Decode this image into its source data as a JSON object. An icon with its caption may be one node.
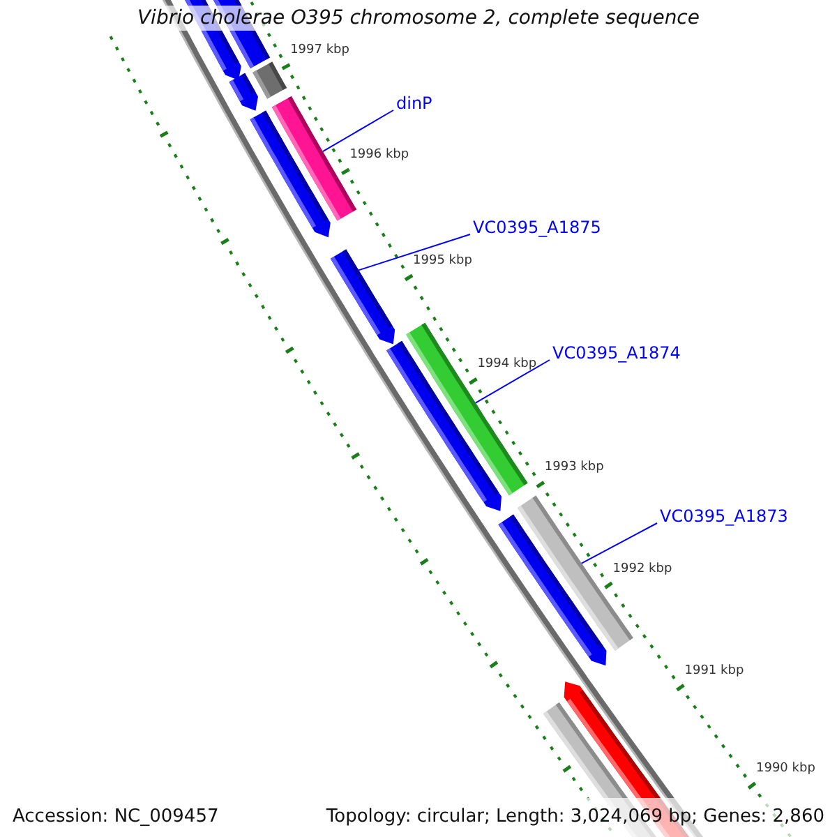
{
  "diagram": {
    "title": "Vibrio cholerae O395 chromosome 2, complete sequence",
    "nodes": [
      {
        "text": [
          "dinP"
        ]
      },
      {
        "text": [],
        "shape": "bar"
      },
      {
        "text": [
          "VC0395_A1875"
        ]
      },
      {
        "text": [],
        "shape": "bar"
      },
      {
        "text": [
          "VC0395_A1874"
        ]
      },
      {
        "text": [],
        "shape": "bar"
      },
      {
        "text": [
          "VC0395_A1873"
        ]
      },
      {
        "text": [],
        "shape": "bar"
      }
    ],
    "edges": [
      {
        "from": 0,
        "to": 1,
        "arrow": "none"
      },
      {
        "from": 2,
        "to": 3,
        "arrow": "none"
      },
      {
        "from": 4,
        "to": 5,
        "arrow": "none"
      },
      {
        "from": 6,
        "to": 7,
        "arrow": "none"
      }
    ],
    "labels": [
      "1997 kbp",
      "1996 kbp",
      "1995 kbp",
      "1994 kbp",
      "1993 kbp",
      "1992 kbp",
      "1991 kbp",
      "1990 kbp",
      "Accession: NC_009457",
      "Topology: circular; Length: 3,024,069 bp; Genes: 2,860"
    ]
  }
}
